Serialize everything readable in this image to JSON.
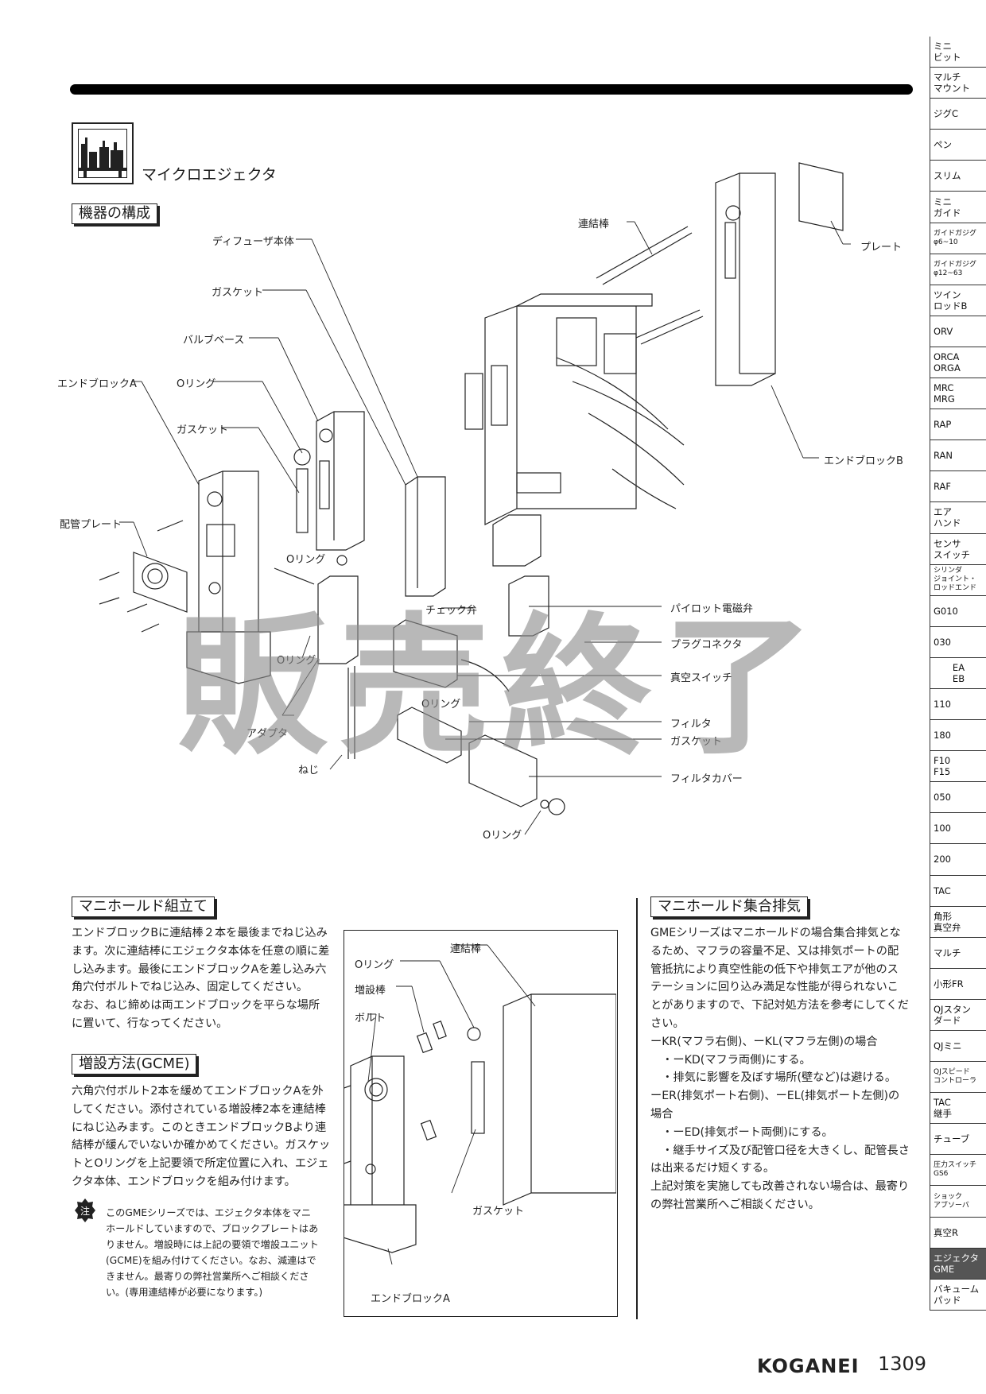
{
  "header": {
    "product_title": "マイクロエジェクタ"
  },
  "sections": {
    "composition": "機器の構成",
    "assembly": "マニホールド組立て",
    "expansion": "増設方法(GCME)",
    "exhaust": "マニホールド集合排気"
  },
  "labels": {
    "diffuser": "ディフューザ本体",
    "gasket1": "ガスケット",
    "valve_base": "バルブベース",
    "endblock_a": "エンドブロックA",
    "oring1": "Oリング",
    "gasket2": "ガスケット",
    "piping_plate": "配管プレート",
    "oring2": "Oリング",
    "oring3": "Oリング",
    "check_valve": "チェック弁",
    "oring4": "Oリング",
    "adapter": "アダプタ",
    "screw": "ねじ",
    "oring5": "Oリング",
    "rod": "連結棒",
    "plate": "プレート",
    "endblock_b": "エンドブロックB",
    "pilot_valve": "パイロット電磁弁",
    "plug_connector": "プラグコネクタ",
    "vacuum_switch": "真空スイッチ",
    "filter": "フィルタ",
    "gasket3": "ガスケット",
    "filter_cover": "フィルタカバー"
  },
  "small_fig_labels": {
    "rod": "連結棒",
    "oring": "Oリング",
    "ext_rod": "増設棒",
    "bolt": "ボルト",
    "gasket": "ガスケット",
    "endblock_a": "エンドブロックA"
  },
  "text": {
    "assembly": [
      "エンドブロックBに連結棒２本を最後までねじ込みます。次に連結棒にエジェクタ本体を任意の順に差し込みます。最後にエンドブロックAを差し込み六角穴付ボルトでねじ込み、固定してください。",
      "なお、ねじ締めは両エンドブロックを平らな場所に置いて、行なってください。"
    ],
    "expansion": "六角穴付ボルト2本を緩めてエンドブロックAを外してください。添付されている増設棒2本を連結棒にねじ込みます。このときエンドブロックBより連結棒が緩んでいないか確かめてください。ガスケットとOリングを上記要領で所定位置に入れ、エジェクタ本体、エンドブロックを組み付けます。",
    "note_mark": "注",
    "note": "このGMEシリーズでは、エジェクタ本体をマニホールドしていますので、ブロックプレートはありません。増設時には上記の要領で増設ユニット(GCME)を組み付けてください。なお、減連はできません。最寄りの弊社営業所へご相談ください。(専用連結棒が必要になります。)",
    "exhaust": [
      "GMEシリーズはマニホールドの場合集合排気となるため、マフラの容量不足、又は排気ポートの配管抵抗により真空性能の低下や排気エアが他のステーションに回り込み満足な性能が得られないことがありますので、下記対処方法を参考にしてください。",
      "ーKR(マフラ右側)、ーKL(マフラ左側)の場合",
      "　・ーKD(マフラ両側)にする。",
      "　・排気に影響を及ぼす場所(壁など)は避ける。",
      "ーER(排気ポート右側)、ーEL(排気ポート左側)の場合",
      "　・ーED(排気ポート両側)にする。",
      "　・継手サイズ及び配管口径を大きくし、配管長さは出来るだけ短くする。",
      "上記対策を実施しても改善されない場合は、最寄りの弊社営業所へご相談ください。"
    ]
  },
  "watermark": "販売終了",
  "footer": {
    "brand": "KOGANEI",
    "page": "1309"
  },
  "sidebar": [
    "ミニ\nビット",
    "マルチ\nマウント",
    "ジグC",
    "ペン",
    "スリム",
    "ミニ\nガイド",
    "ガイドガジグ\nφ6~10",
    "ガイドガジグ\nφ12~63",
    "ツイン\nロッドB",
    "ORV",
    "ORCA\nORGA",
    "MRC\nMRG",
    "RAP",
    "RAN",
    "RAF",
    "エア\nハンド",
    "センサ\nスイッチ",
    "シリンダ\nジョイント・\nロッドエンド",
    "G010",
    "030",
    "EA\nEB",
    "110",
    "180",
    "F10\nF15",
    "050",
    "100",
    "200",
    "TAC",
    "角形\n真空弁",
    "マルチ",
    "小形FR",
    "QJスタン\nダード",
    "QJミニ",
    "QJスピード\nコントローラ",
    "TAC\n継手",
    "チューブ",
    "圧力スイッチ\nGS6",
    "ショック\nアブソーバ",
    "真空R",
    "エジェクタ\nGME",
    "バキューム\nパッド"
  ],
  "sidebar_active": "エジェクタ\nGME",
  "colors": {
    "watermark": "#8c8c8c",
    "sidebar_active": "#555555"
  }
}
